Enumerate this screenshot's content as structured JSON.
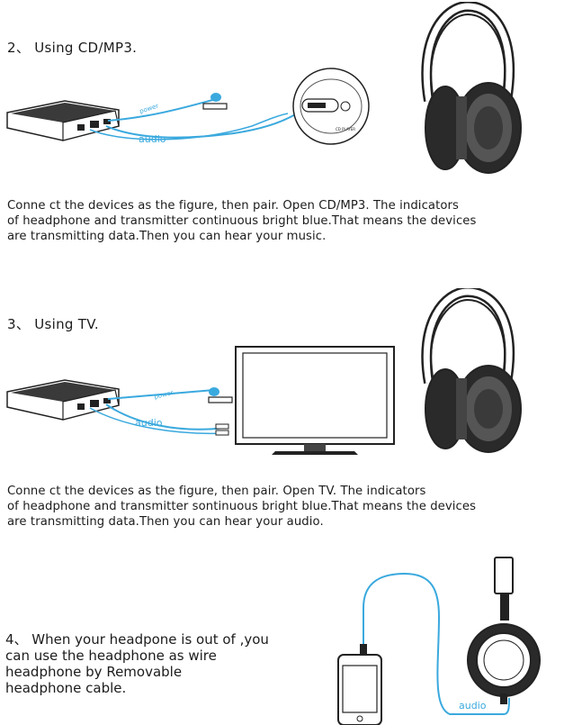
{
  "section2": {
    "heading": "2、 Using CD/MP3.",
    "power_label": "power",
    "audio_label": "audio",
    "player_label": "CD PLAYER",
    "paragraph": "Conne ct the devices as the figure, then pair. Open CD/MP3. The indicators\nof headphone and transmitter continuous bright blue.That means the devices\nare transmitting data.Then you can hear your music."
  },
  "section3": {
    "heading": "3、 Using TV.",
    "power_label": "power",
    "audio_label": "audio",
    "paragraph": "Conne ct the devices as the figure, then pair. Open TV. The indicators\nof headphone and transmitter sontinuous bright blue.That means the devices\nare transmitting data.Then you can hear your audio."
  },
  "section4": {
    "paragraph": "4、 When your headpone is out of ,you\ncan use the headphone as wire\nheadphone by Removable\nheadphone cable.",
    "audio_label": "audio"
  },
  "colors": {
    "cable": "#3aa9de",
    "text": "#1c1c1c",
    "line": "#222222"
  }
}
